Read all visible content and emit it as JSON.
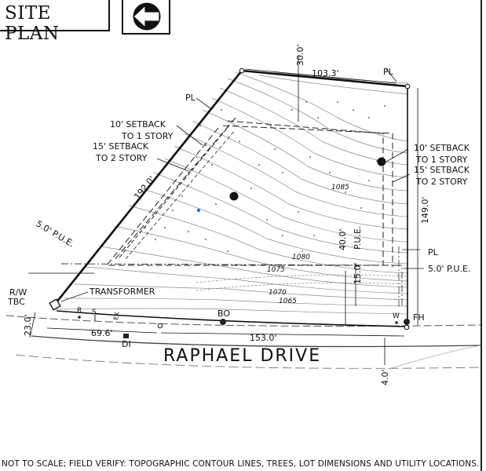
{
  "title": "SITE PLAN",
  "north_arrow_icon": "north-arrow-icon",
  "street_name": "RAPHAEL DRIVE",
  "footnote": "NOT TO SCALE; FIELD VERIFY: TOPOGRAPHIC CONTOUR LINES, TREES, LOT DIMENSIONS AND UTILITY LOCATIONS.",
  "dimensions": {
    "top": "103.3'",
    "left": "192.0'",
    "bottom": "153.0'",
    "right": "149.0'",
    "corner": "69.6'",
    "front_setback": "40.0'",
    "pue_width": "15.0'",
    "rw_depth": "23.0'",
    "curb_offset": "4.0'",
    "rear_setback": "30.0'"
  },
  "labels": {
    "pl_top": "PL",
    "pl_left": "PL",
    "pl_right": "PL",
    "setback_10_left": [
      "10' SETBACK",
      "TO 1 STORY"
    ],
    "setback_15_left": [
      "15' SETBACK",
      "TO 2 STORY"
    ],
    "setback_10_right": [
      "10' SETBACK",
      "TO 1 STORY"
    ],
    "setback_15_right": [
      "15' SETBACK",
      "TO 2 STORY"
    ],
    "pue_left": "5.0' P.U.E.",
    "pue_right": "5.0' P.U.E.",
    "pue_front": "P.U.E.",
    "transformer": "TRANSFORMER",
    "rw": "R/W",
    "tbc": "TBC",
    "bo": "BO",
    "fh": "FH",
    "di": "DI",
    "r": "R",
    "s": "S",
    "w": "W",
    "ek": "EK"
  },
  "contour_labels": [
    "1085",
    "1080",
    "1075",
    "1070",
    "1065"
  ]
}
